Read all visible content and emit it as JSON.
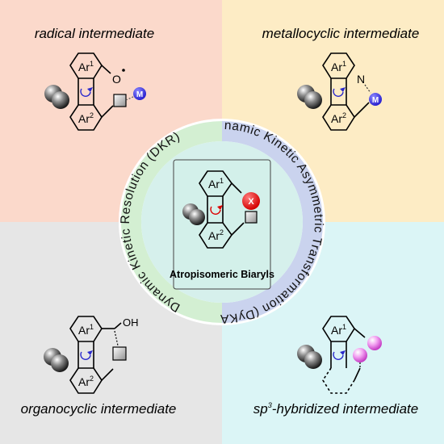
{
  "quadrants": {
    "top_left": {
      "label": "radical intermediate",
      "color": "#fbd9cb"
    },
    "top_right": {
      "label": "metallocyclic intermediate",
      "color": "#fdecc5"
    },
    "bottom_left": {
      "label": "organocyclic intermediate",
      "color": "#e6e6e6"
    },
    "bottom_right_prefix": "sp",
    "bottom_right_sup": "3",
    "bottom_right_suffix": "-hybridized intermediate",
    "bottom_right_color": "#dbf5f6"
  },
  "ring": {
    "left_text": "Dynamic Kinetic Resolution (DKR)",
    "left_color": "#d3efd2",
    "right_text": "Dynamic Kinetic Asymmetric Transformation (DyKAT)",
    "right_color": "#cad3ee"
  },
  "center": {
    "title": "Atropisomeric Biaryls",
    "color": "#d3f0ea",
    "x_label": "X"
  },
  "labels": {
    "ar": "Ar",
    "one": "1",
    "two": "2",
    "metal": "M",
    "oxy": "O",
    "nitrogen": "N",
    "oh": "OH"
  }
}
